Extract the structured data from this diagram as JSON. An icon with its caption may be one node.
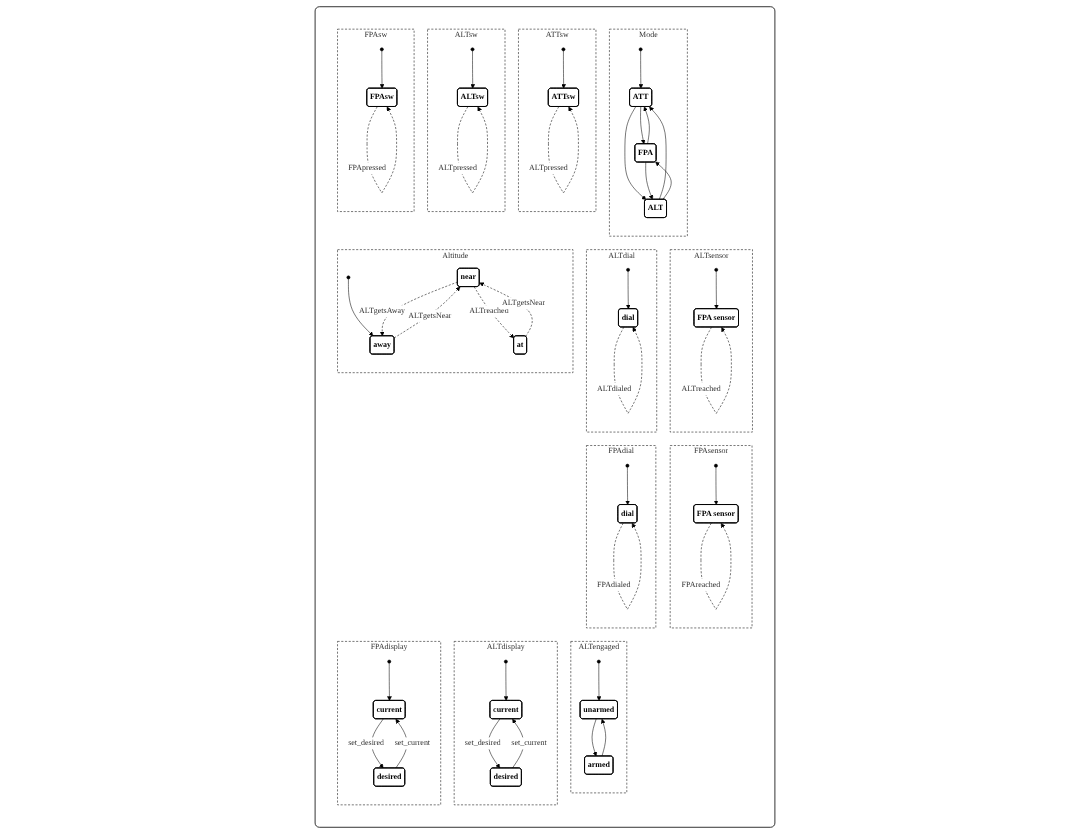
{
  "diagram": {
    "nodes": [
      {
        "text": [],
        "shape": "box"
      },
      {
        "text": [
          "FPAsw"
        ],
        "in": 0
      },
      {
        "text": [],
        "shape": "circle",
        "in": 1
      },
      {
        "text": [
          "FPAsw"
        ],
        "in": 1
      },
      {
        "text": [
          "ALTsw"
        ],
        "in": 0
      },
      {
        "text": [],
        "shape": "circle",
        "in": 4
      },
      {
        "text": [
          "ALTsw"
        ],
        "in": 4
      },
      {
        "text": [
          "ATTsw"
        ],
        "in": 0
      },
      {
        "text": [],
        "shape": "circle",
        "in": 7
      },
      {
        "text": [
          "ATTsw"
        ],
        "in": 7
      },
      {
        "text": [
          "Mode"
        ],
        "in": 0
      },
      {
        "text": [],
        "shape": "circle",
        "in": 10
      },
      {
        "text": [
          "ATT"
        ],
        "in": 10
      },
      {
        "text": [
          "FPA"
        ],
        "in": 10
      },
      {
        "text": [
          "ALT"
        ],
        "in": 10
      },
      {
        "text": [
          "Altitude"
        ],
        "in": 0
      },
      {
        "text": [
          "near"
        ],
        "in": 15
      },
      {
        "text": [],
        "shape": "circle",
        "in": 15
      },
      {
        "text": [
          "away"
        ],
        "in": 15
      },
      {
        "text": [
          "at"
        ],
        "in": 15
      },
      {
        "text": [
          "ALTdial"
        ],
        "in": 0
      },
      {
        "text": [],
        "shape": "circle",
        "in": 20
      },
      {
        "text": [
          "dial"
        ],
        "in": 20
      },
      {
        "text": [
          "ALTsensor"
        ],
        "in": 0
      },
      {
        "text": [],
        "shape": "circle",
        "in": 23
      },
      {
        "text": [
          "FPA sensor"
        ],
        "in": 23
      },
      {
        "text": [
          "FPAdial"
        ],
        "in": 0
      },
      {
        "text": [],
        "shape": "circle",
        "in": 26
      },
      {
        "text": [
          "dial"
        ],
        "in": 26
      },
      {
        "text": [
          "FPAsensor"
        ],
        "in": 0
      },
      {
        "text": [],
        "shape": "circle",
        "in": 29
      },
      {
        "text": [
          "FPA sensor"
        ],
        "in": 29
      },
      {
        "text": [
          "FPAdisplay"
        ],
        "in": 0
      },
      {
        "text": [],
        "shape": "circle",
        "in": 32
      },
      {
        "text": [
          "current"
        ],
        "in": 32
      },
      {
        "text": [
          "desired"
        ],
        "in": 32
      },
      {
        "text": [
          "ALTdisplay"
        ],
        "in": 0
      },
      {
        "text": [],
        "shape": "circle",
        "in": 36
      },
      {
        "text": [
          "current"
        ],
        "in": 36
      },
      {
        "text": [
          "desired"
        ],
        "in": 36
      },
      {
        "text": [
          "ALTengaged"
        ],
        "in": 0
      },
      {
        "text": [],
        "shape": "circle",
        "in": 40
      },
      {
        "text": [
          "unarmed"
        ],
        "in": 40
      },
      {
        "text": [
          "armed"
        ],
        "in": 40
      }
    ],
    "edges": [
      {
        "from": 2,
        "to": 3,
        "arrow": "to"
      },
      {
        "from": 3,
        "to": 3,
        "arrow": "to",
        "label": "FPApressed",
        "style": "dashed"
      },
      {
        "from": 5,
        "to": 6,
        "arrow": "to"
      },
      {
        "from": 6,
        "to": 6,
        "arrow": "to",
        "label": "ALTpressed",
        "style": "dashed"
      },
      {
        "from": 8,
        "to": 9,
        "arrow": "to"
      },
      {
        "from": 9,
        "to": 9,
        "arrow": "to",
        "label": "ALTpressed",
        "style": "dashed"
      },
      {
        "from": 11,
        "to": 12,
        "arrow": "to"
      },
      {
        "from": 12,
        "to": 13,
        "arrow": "to"
      },
      {
        "from": 13,
        "to": 12,
        "arrow": "to"
      },
      {
        "from": 12,
        "to": 14,
        "arrow": "to"
      },
      {
        "from": 14,
        "to": 12,
        "arrow": "to"
      },
      {
        "from": 13,
        "to": 14,
        "arrow": "to"
      },
      {
        "from": 14,
        "to": 13,
        "arrow": "to"
      },
      {
        "from": 17,
        "to": 18,
        "arrow": "to"
      },
      {
        "from": 16,
        "to": 18,
        "arrow": "to",
        "label": "ALTgetsAway",
        "style": "dashed"
      },
      {
        "from": 18,
        "to": 16,
        "arrow": "to",
        "label": "ALTgetsNear",
        "style": "dashed"
      },
      {
        "from": 16,
        "to": 19,
        "arrow": "to",
        "label": "ALTreached",
        "style": "dashed"
      },
      {
        "from": 19,
        "to": 16,
        "arrow": "to",
        "label": "ALTgetsNear",
        "style": "dashed"
      },
      {
        "from": 21,
        "to": 22,
        "arrow": "to"
      },
      {
        "from": 22,
        "to": 22,
        "arrow": "to",
        "label": "ALTdialed",
        "style": "dashed"
      },
      {
        "from": 24,
        "to": 25,
        "arrow": "to"
      },
      {
        "from": 25,
        "to": 25,
        "arrow": "to",
        "label": "ALTreached",
        "style": "dashed"
      },
      {
        "from": 27,
        "to": 28,
        "arrow": "to"
      },
      {
        "from": 28,
        "to": 28,
        "arrow": "to",
        "label": "FPAdialed",
        "style": "dashed"
      },
      {
        "from": 30,
        "to": 31,
        "arrow": "to"
      },
      {
        "from": 31,
        "to": 31,
        "arrow": "to",
        "label": "FPAreached",
        "style": "dashed"
      },
      {
        "from": 33,
        "to": 34,
        "arrow": "to"
      },
      {
        "from": 34,
        "to": 35,
        "arrow": "to",
        "label": "set_desired"
      },
      {
        "from": 35,
        "to": 34,
        "arrow": "to",
        "label": "set_current"
      },
      {
        "from": 37,
        "to": 38,
        "arrow": "to"
      },
      {
        "from": 38,
        "to": 39,
        "arrow": "to",
        "label": "set_desired"
      },
      {
        "from": 39,
        "to": 38,
        "arrow": "to",
        "label": "set_current"
      },
      {
        "from": 41,
        "to": 42,
        "arrow": "to"
      },
      {
        "from": 42,
        "to": 43,
        "arrow": "to"
      },
      {
        "from": 43,
        "to": 42,
        "arrow": "to"
      }
    ]
  }
}
